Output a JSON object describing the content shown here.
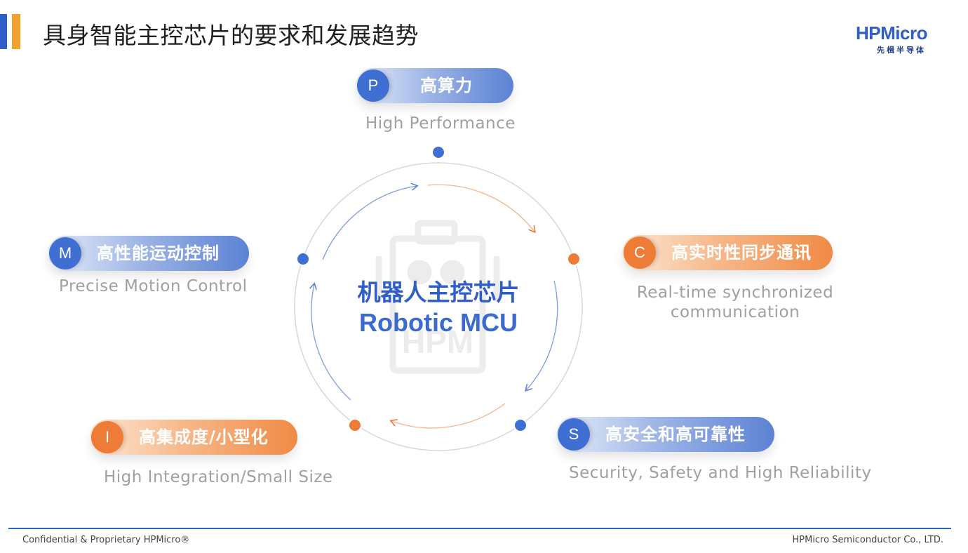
{
  "header": {
    "title": "具身智能主控芯片的要求和发展趋势",
    "logo_text": "HPMicro",
    "logo_sub": "先楫半导体"
  },
  "center": {
    "title_cn": "机器人主控芯片",
    "title_en": "Robotic MCU",
    "watermark": "HPM"
  },
  "requirements": {
    "p": {
      "letter": "P",
      "label": "高算力",
      "subtitle": "High Performance",
      "color": "#3f6fd2"
    },
    "c": {
      "letter": "C",
      "label": "高实时性同步通讯",
      "subtitle_line1": "Real-time synchronized",
      "subtitle_line2": "communication",
      "color": "#ee7b36"
    },
    "s": {
      "letter": "S",
      "label": "高安全和高可靠性",
      "subtitle": "Security, Safety and High Reliability",
      "color": "#3f6fd2"
    },
    "i": {
      "letter": "I",
      "label": "高集成度/小型化",
      "subtitle": "High Integration/Small Size",
      "color": "#ee7b36"
    },
    "m": {
      "letter": "M",
      "label": "高性能运动控制",
      "subtitle": "Precise Motion Control",
      "color": "#3f6fd2"
    }
  },
  "footer": {
    "left": "Confidential & Proprietary HPMicro®",
    "right": "HPMicro Semiconductor Co., LTD."
  }
}
